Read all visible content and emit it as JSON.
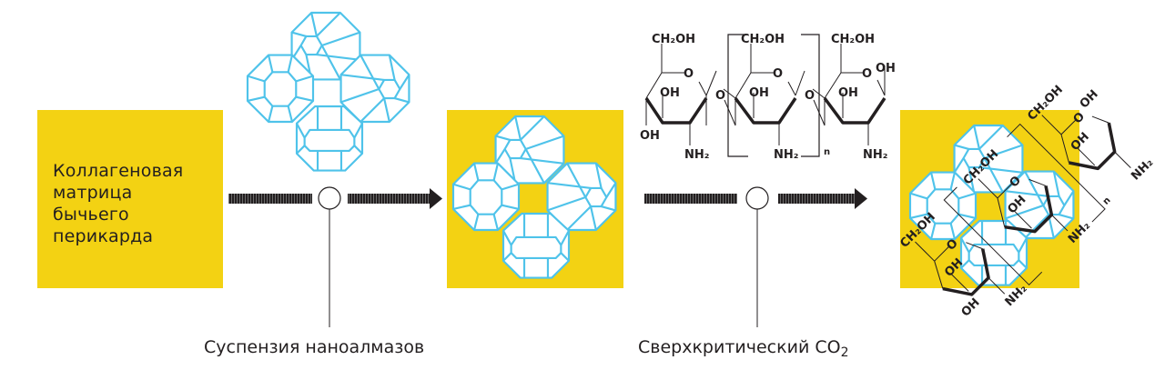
{
  "colors": {
    "yellow": "#f3d213",
    "diamond_blue": "#4fc3ea",
    "ink": "#231f20"
  },
  "stages": [
    {
      "id": "collagen-matrix",
      "label_lines": [
        "Коллагеновая",
        "матрица",
        "бычьего",
        "перикарда"
      ]
    },
    {
      "id": "nanodiamond-coated",
      "icon": "nanodiamond-cluster-on-matrix"
    },
    {
      "id": "chitosan-composite",
      "icon": "chitosan-nanodiamond-composite"
    }
  ],
  "process_steps": [
    {
      "label": "Суспензия наноалмазов",
      "icon": "nanodiamond-cluster"
    },
    {
      "label_main": "Сверхкритический CO",
      "label_sub": "2",
      "icon": "chitosan-structure"
    }
  ],
  "chem": {
    "ch2oh": "CH₂OH",
    "oh": "OH",
    "o": "O",
    "nh2": "NH₂",
    "n": "n"
  }
}
